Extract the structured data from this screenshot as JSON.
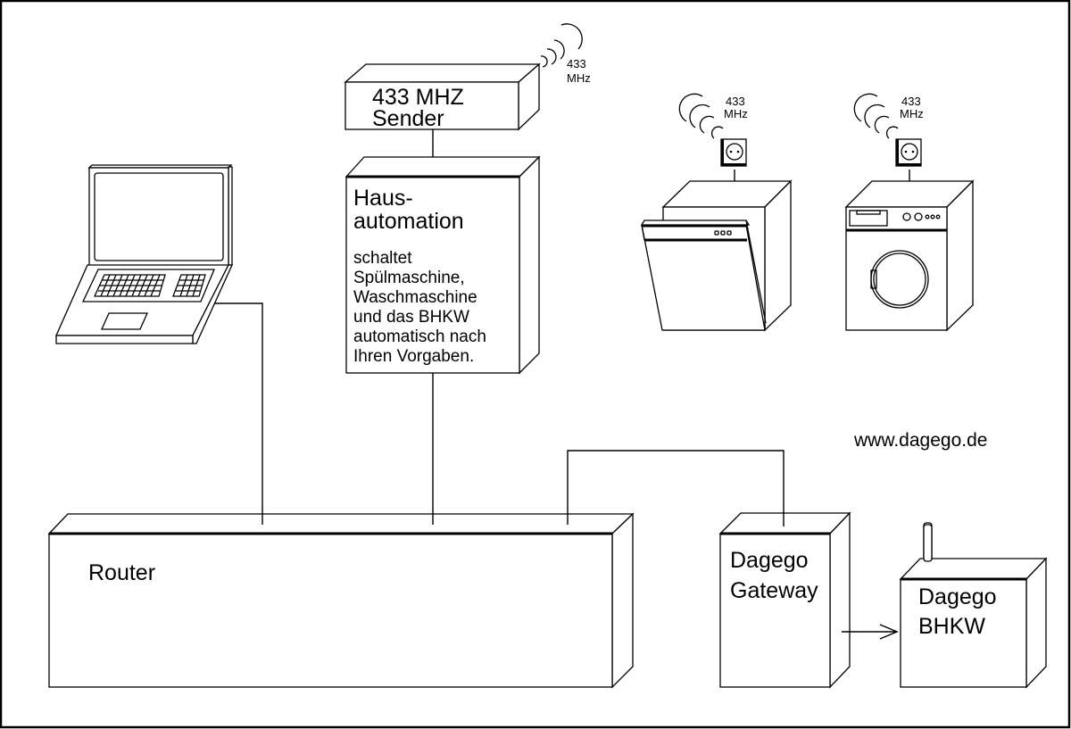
{
  "diagram": {
    "title": "Hausautomation mit Dagego BHKW",
    "colors": {
      "line": "#000000",
      "background": "#ffffff"
    },
    "website": "www.dagego.de",
    "sender": {
      "line1": "433 MHZ",
      "line2": "Sender",
      "freq_line1": "433",
      "freq_line2": "MHz"
    },
    "hausautomation": {
      "title_line1": "Haus-",
      "title_line2": "automation",
      "description": [
        "schaltet",
        "Spülmaschine,",
        "Waschmaschine",
        "und das BHKW",
        "automatisch nach",
        "Ihren Vorgaben."
      ]
    },
    "dishwasher": {
      "name": "Spülmaschine",
      "freq_line1": "433",
      "freq_line2": "MHz",
      "icon": "dishwasher-icon",
      "socket_icon": "power-socket-icon"
    },
    "washing_machine": {
      "name": "Waschmaschine",
      "freq_line1": "433",
      "freq_line2": "MHz",
      "icon": "washing-machine-icon",
      "socket_icon": "power-socket-icon"
    },
    "laptop": {
      "icon": "laptop-icon"
    },
    "router": {
      "label": "Router"
    },
    "gateway": {
      "line1": "Dagego",
      "line2": "Gateway"
    },
    "bhkw": {
      "line1": "Dagego",
      "line2": "BHKW"
    }
  }
}
